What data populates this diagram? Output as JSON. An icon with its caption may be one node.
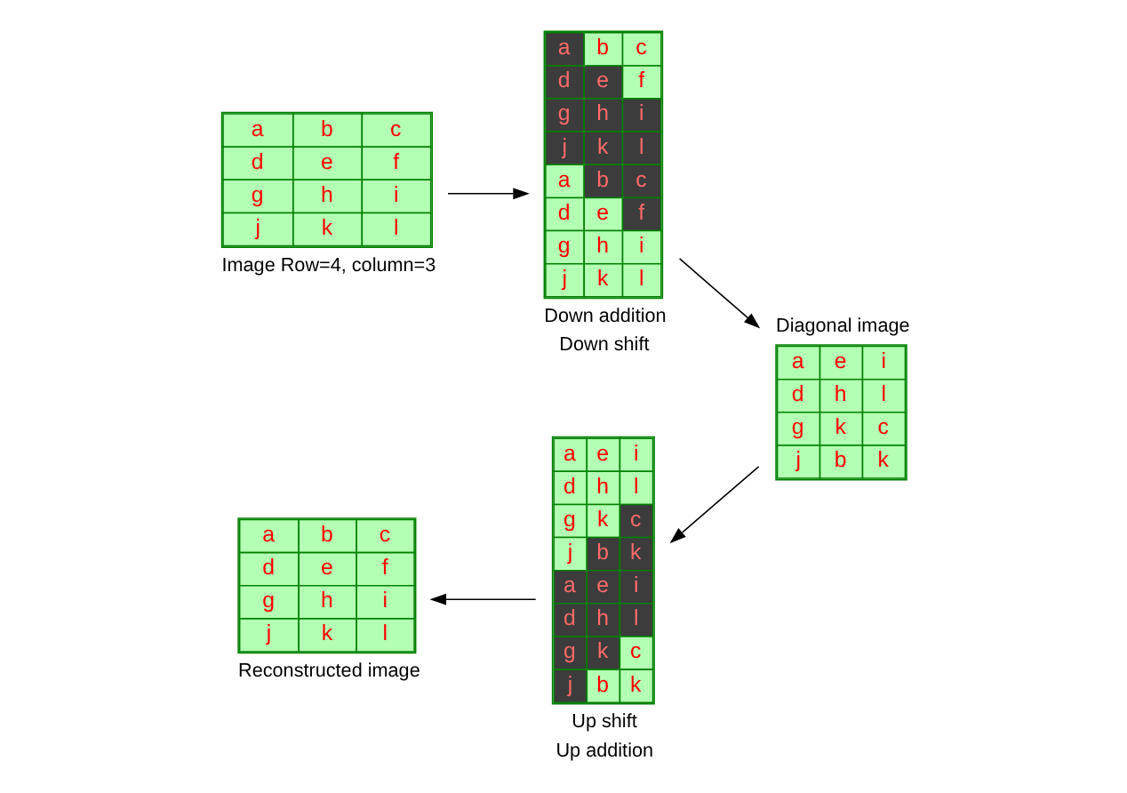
{
  "diagram": {
    "nodes": [
      {
        "text": [
          "a",
          "b",
          "c",
          "d",
          "e",
          "f",
          "g",
          "h",
          "i",
          "j",
          "k",
          "l"
        ],
        "beside": [
          "Image Row=4, column=3"
        ]
      },
      {
        "text": [
          "a",
          "b",
          "c",
          "d",
          "e",
          "f",
          "g",
          "h",
          "i",
          "j",
          "k",
          "l",
          "a",
          "b",
          "c",
          "d",
          "e",
          "f",
          "g",
          "h",
          "i",
          "j",
          "k",
          "l"
        ],
        "beside": [
          "Down addition",
          "Down shift"
        ]
      },
      {
        "text": [
          "a",
          "e",
          "i",
          "d",
          "h",
          "l",
          "g",
          "k",
          "c",
          "j",
          "b",
          "k"
        ],
        "beside": [
          "Diagonal image"
        ]
      },
      {
        "text": [
          "a",
          "e",
          "i",
          "d",
          "h",
          "l",
          "g",
          "k",
          "c",
          "j",
          "b",
          "k",
          "a",
          "e",
          "i",
          "d",
          "h",
          "l",
          "g",
          "k",
          "c",
          "j",
          "b",
          "k"
        ],
        "beside": [
          "Up shift",
          "Up addition"
        ]
      },
      {
        "text": [
          "a",
          "b",
          "c",
          "d",
          "e",
          "f",
          "g",
          "h",
          "i",
          "j",
          "k",
          "l"
        ],
        "beside": [
          "Reconstructed image"
        ]
      }
    ],
    "edges": [
      {
        "from": 0,
        "to": 1,
        "arrow": "to"
      },
      {
        "from": 1,
        "to": 2,
        "arrow": "to"
      },
      {
        "from": 2,
        "to": 3,
        "arrow": "to"
      },
      {
        "from": 3,
        "to": 4,
        "arrow": "to"
      }
    ]
  }
}
